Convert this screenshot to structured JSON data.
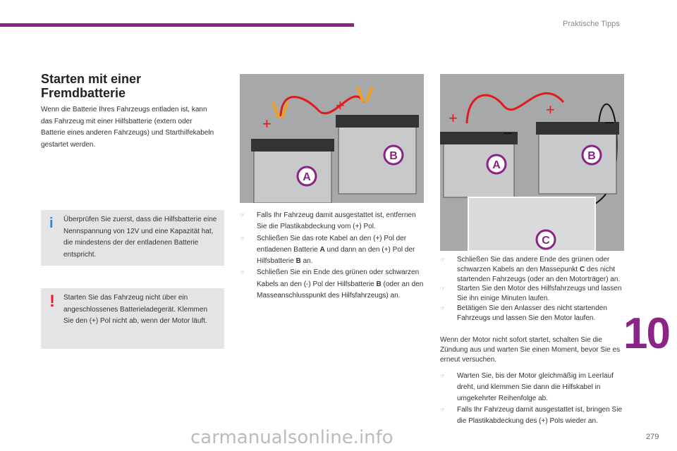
{
  "header": {
    "section": "Praktische Tipps"
  },
  "title_line1": "Starten mit einer",
  "title_line2": "Fremdbatterie",
  "intro": "Wenn die Batterie Ihres Fahrzeugs entladen ist, kann das Fahrzeug mit einer Hilfsbatterie (extern oder Batterie eines anderen Fahrzeugs) und Starthilfekabeln gestartet werden.",
  "info_box": {
    "icon": "i",
    "text": "Überprüfen Sie zuerst, dass die Hilfsbatterie eine Nennspannung von 12V und eine Kapazität hat, die mindestens der der entladenen Batterie entspricht."
  },
  "warning_box": {
    "icon": "!",
    "text": "Starten Sie das Fahrzeug nicht über ein angeschlossenes Batterieladegerät. Klemmen Sie den (+) Pol nicht ab, wenn der Motor läuft."
  },
  "figure1": {
    "labels": [
      "A",
      "B"
    ],
    "plus": "+"
  },
  "figure2": {
    "labels": [
      "A",
      "B",
      "C"
    ],
    "plus": "+",
    "minus": "–"
  },
  "steps_mid": [
    {
      "parts": [
        "Falls Ihr Fahrzeug damit ausgestattet ist, entfernen Sie die Plastikabdeckung vom (+) Pol."
      ]
    },
    {
      "pre": "Schließen Sie das rote Kabel an den (+) Pol der entladenen Batterie ",
      "b1": "A",
      "mid": " und dann an den (+) Pol der Hilfsbatterie ",
      "b2": "B",
      "post": " an."
    },
    {
      "pre": "Schließen Sie ein Ende des grünen oder schwarzen Kabels an den (-) Pol der Hilfsbatterie ",
      "b1": "B",
      "post": " (oder an den Masseanschlusspunkt des Hilfsfahrzeugs) an."
    }
  ],
  "steps_right": [
    {
      "pre": "Schließen Sie das andere Ende des grünen oder schwarzen Kabels an den Massepunkt ",
      "b1": "C",
      "post": " des nicht startenden Fahrzeugs (oder an den Motorträger) an."
    },
    {
      "text": "Starten Sie den Motor des Hilfsfahrzeugs und lassen Sie ihn einige Minuten laufen."
    },
    {
      "text": "Betätigen Sie den Anlasser des nicht startenden Fahrzeugs und lassen Sie den Motor laufen."
    }
  ],
  "note": "Wenn der Motor nicht sofort startet, schalten Sie die Zündung aus und warten Sie einen Moment, bevor Sie es erneut versuchen.",
  "steps_final": [
    {
      "text": "Warten Sie, bis der Motor gleichmäßig im Leerlauf dreht, und klemmen Sie dann die Hilfskabel in umgekehrter Reihenfolge ab."
    },
    {
      "text": "Falls Ihr Fahrzeug damit ausgestattet ist, bringen Sie die Plastikabdeckung des (+) Pols wieder an."
    }
  ],
  "bullet": "☞",
  "chapter": "10",
  "page_number": "279",
  "watermark": "carmanualsonline.info"
}
